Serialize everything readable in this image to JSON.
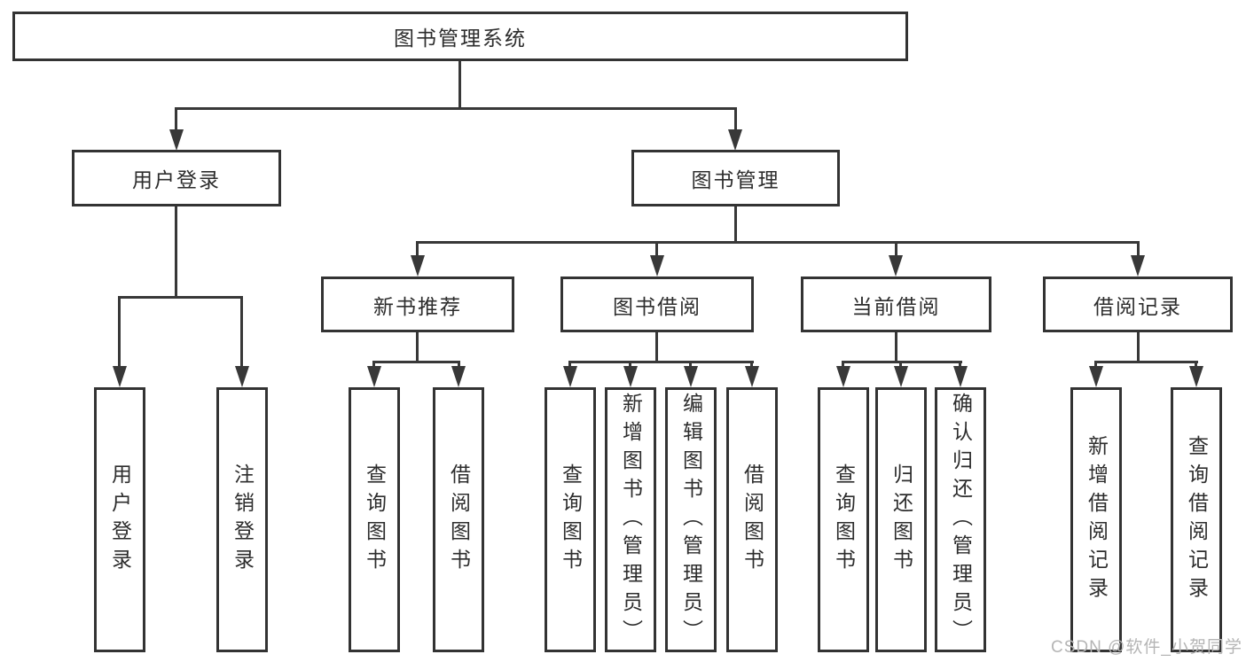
{
  "tree": {
    "root": {
      "label": "图书管理系统"
    },
    "level2": [
      {
        "label": "用户登录"
      },
      {
        "label": "图书管理"
      }
    ],
    "level3": [
      {
        "label": "新书推荐"
      },
      {
        "label": "图书借阅"
      },
      {
        "label": "当前借阅"
      },
      {
        "label": "借阅记录"
      }
    ],
    "leaves": [
      {
        "group": "用户登录",
        "label": "用户登录"
      },
      {
        "group": "用户登录",
        "label": "注销登录"
      },
      {
        "group": "新书推荐",
        "label": "查询图书"
      },
      {
        "group": "新书推荐",
        "label": "借阅图书"
      },
      {
        "group": "图书借阅",
        "label": "查询图书"
      },
      {
        "group": "图书借阅",
        "label": "新增图书（管理员）"
      },
      {
        "group": "图书借阅",
        "label": "编辑图书（管理员）"
      },
      {
        "group": "图书借阅",
        "label": "借阅图书"
      },
      {
        "group": "当前借阅",
        "label": "查询图书"
      },
      {
        "group": "当前借阅",
        "label": "归还图书"
      },
      {
        "group": "当前借阅",
        "label": "确认归还（管理员）"
      },
      {
        "group": "借阅记录",
        "label": "新增借阅记录"
      },
      {
        "group": "借阅记录",
        "label": "查询借阅记录"
      }
    ]
  },
  "watermark": {
    "text": "CSDN @软件_小贺同学"
  },
  "colors": {
    "line": "#383838",
    "box_border": "#333333",
    "text": "#2d2d2d",
    "watermark": "#b5b5b5",
    "background": "#ffffff"
  }
}
